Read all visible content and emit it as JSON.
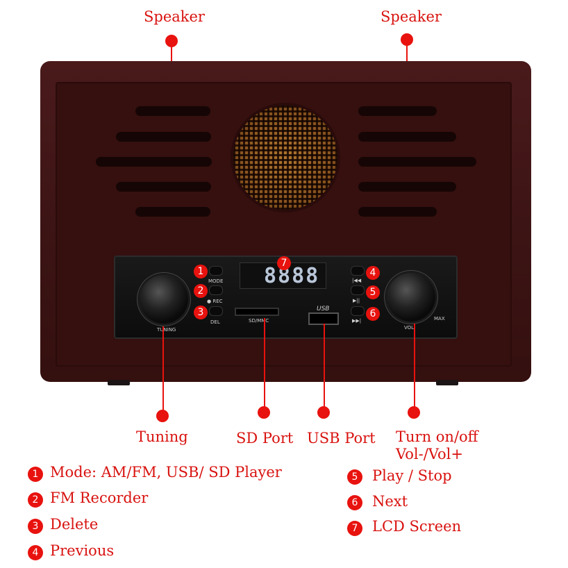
{
  "callouts": {
    "speaker_left": "Speaker",
    "speaker_right": "Speaker",
    "tuning": "Tuning",
    "sd_port": "SD Port",
    "usb_port": "USB Port",
    "power_line1": "Turn on/off",
    "power_line2": "Vol-/Vol+"
  },
  "panel": {
    "mode_label": "MODE",
    "rec_label": "REC",
    "del_label": "DEL",
    "sd_label": "SD/MMC",
    "usb_label": "USB",
    "lcd_digits": "8888",
    "tuning_knob_label": "TUNING",
    "volume_knob_label": "VOL",
    "max_label": "MAX"
  },
  "badges": [
    "1",
    "2",
    "3",
    "4",
    "5",
    "6",
    "7"
  ],
  "legend_left": [
    {
      "num": "1",
      "text": "Mode: AM/FM, USB/ SD Player"
    },
    {
      "num": "2",
      "text": "FM Recorder"
    },
    {
      "num": "3",
      "text": "Delete"
    },
    {
      "num": "4",
      "text": "Previous"
    }
  ],
  "legend_right": [
    {
      "num": "5",
      "text": "Play / Stop"
    },
    {
      "num": "6",
      "text": "Next"
    },
    {
      "num": "7",
      "text": "LCD Screen"
    }
  ],
  "colors": {
    "accent": "#e8120e",
    "wood": "#3d1415"
  }
}
